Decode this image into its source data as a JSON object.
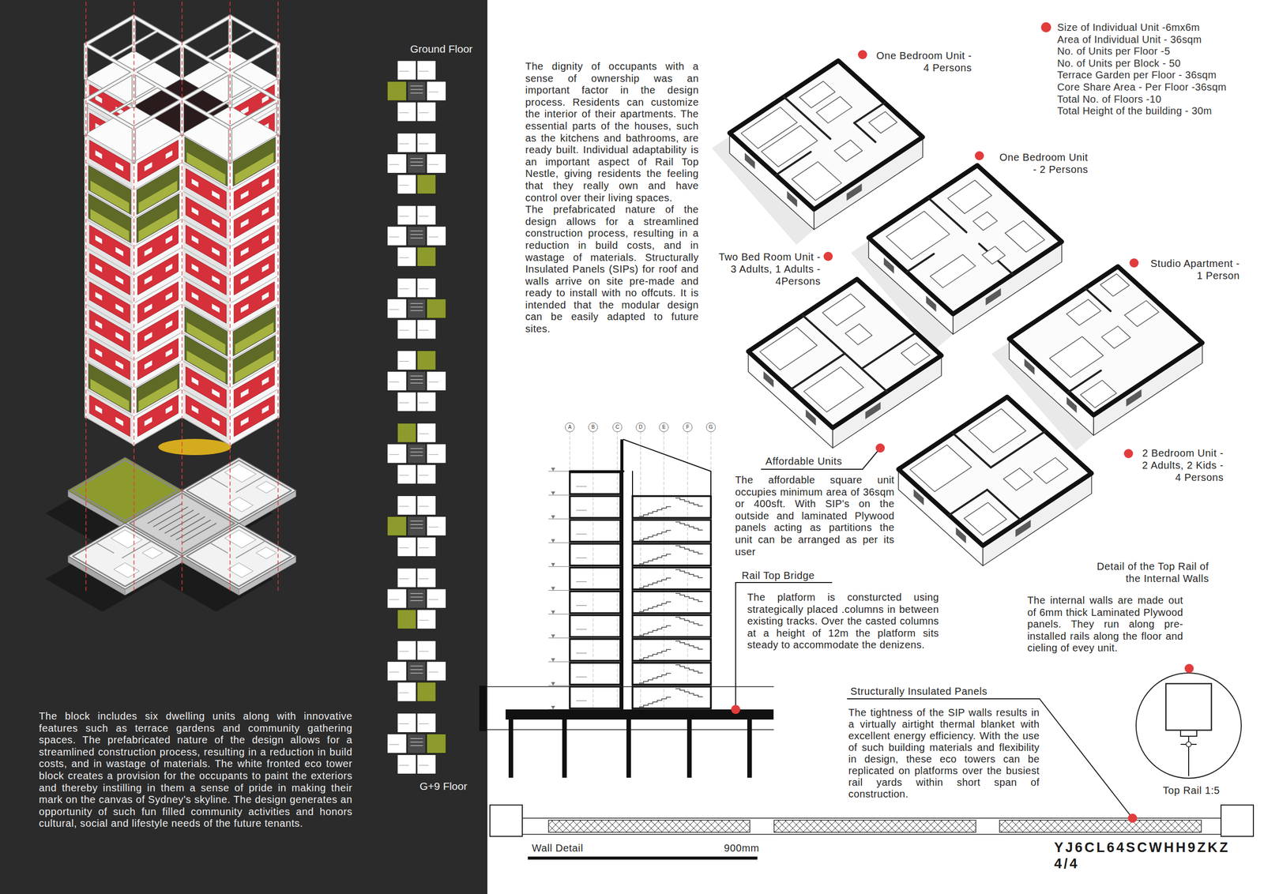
{
  "diagram": {
    "labels": [
      "Ground Floor",
      "G+9 Floor",
      "The block includes six dwelling units along with innovative features such as terrace gardens and community gathering spaces. The prefabricated nature of the design allows for a streamlined construction process, resulting in a reduction in build costs, and in wastage of materials. The white fronted eco tower block creates a provision for the occupants to paint the exteriors and thereby instilling in them a sense of pride in making their mark on the canvas of Sydney's skyline. The design generates an opportunity of such fun filled community activities and honors cultural, social and lifestyle needs of the future tenants.",
      "The dignity of occupants with a sense of ownership was an important factor in the design process. Residents can customize the interior of their apartments. The essential parts of the houses, such as the kitchens and bathrooms, are ready built. Individual adaptability is an important aspect of Rail Top Nestle, giving residents the feeling that they really own and have control over their living spaces.",
      "The prefabricated nature of the design allows for a streamlined construction process, resulting in a reduction in build costs, and in wastage of materials. Structurally Insulated Panels (SIPs) for roof and walls arrive on site pre-made and ready to install with no offcuts. It is intended that the modular design can be easily adapted to future sites.",
      "One Bedroom Unit - 4 Persons",
      "One Bedroom Unit - 2 Persons",
      "Two Bed Room Unit - 3 Adults, 1 Adults - 4Persons",
      "Studio Apartment - 1 Person",
      "2 Bedroom Unit - 2 Adults, 2 Kids - 4 Persons",
      "Size of Individual Unit -6mx6m",
      "Area of Individual Unit - 36sqm",
      "No. of Units per Floor -5",
      "No. of Units per Block - 50",
      "Terrace Garden per Floor - 36sqm",
      "Core Share Area - Per Floor -36sqm",
      "Total No. of Floors -10",
      "Total Height of the building - 30m",
      "Affordable Units",
      "The affordable square unit occupies minimum area of 36sqm or 400sft. With SIP's on the outside and laminated Plywood panels acting as partitions the unit can be arranged as per its user",
      "Rail Top Bridge",
      "The platform is consturcted using strategically placed .columns in between existing tracks. Over the casted columns at a height of 12m the platform sits steady to accommodate the denizens.",
      "Detail of the Top Rail of the Internal Walls",
      "The internal walls are made out of 6mm thick Laminated Plywood panels. They run along pre-installed rails along the floor and cieling of evey unit.",
      "Top Rail 1:5",
      "Structurally Insulated Panels",
      "The tightness of the SIP walls results in a virtually airtight thermal blanket with excellent energy efficiency. With the use of such building materials and flexibility in design, these eco towers can be replicated on platforms over the busiest rail yards within short span of construction.",
      "Wall Detail",
      "900mm",
      "YJ6CL64SCWHH9ZKZ",
      "4/4",
      "A",
      "B",
      "C",
      "D",
      "E",
      "F",
      "G"
    ]
  }
}
